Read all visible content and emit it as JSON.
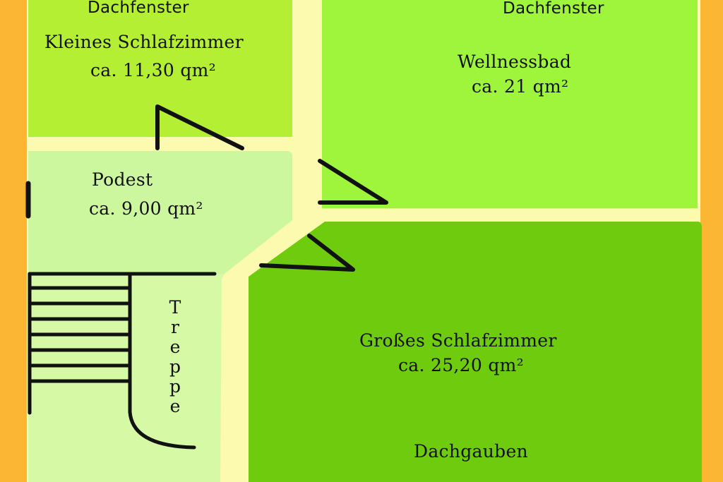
{
  "colors": {
    "border": "#FBB733",
    "hall": "#FBFAAE",
    "small_bedroom": "#B5EF33",
    "wellness": "#9EF53C",
    "landing": "#CDF79E",
    "stair_area": "#D6F9A5",
    "large_bedroom": "#6FCB0E",
    "ink": "#111111"
  },
  "rooms": {
    "small_bedroom": {
      "window": "Dachfenster",
      "name": "Kleines Schlafzimmer",
      "area": "ca.  11,30 qm²"
    },
    "wellness": {
      "window": "Dachfenster",
      "name": "Wellnessbad",
      "area": "ca. 21 qm²"
    },
    "landing": {
      "name": "Podest",
      "area": "ca.  9,00 qm²"
    },
    "stairs": {
      "name": "Treppe",
      "letters": [
        "T",
        "r",
        "e",
        "p",
        "p",
        "e"
      ]
    },
    "large_bedroom": {
      "name": "Großes Schlafzimmer",
      "area": "ca. 25,20 qm²",
      "dormers": "Dachgauben"
    }
  }
}
